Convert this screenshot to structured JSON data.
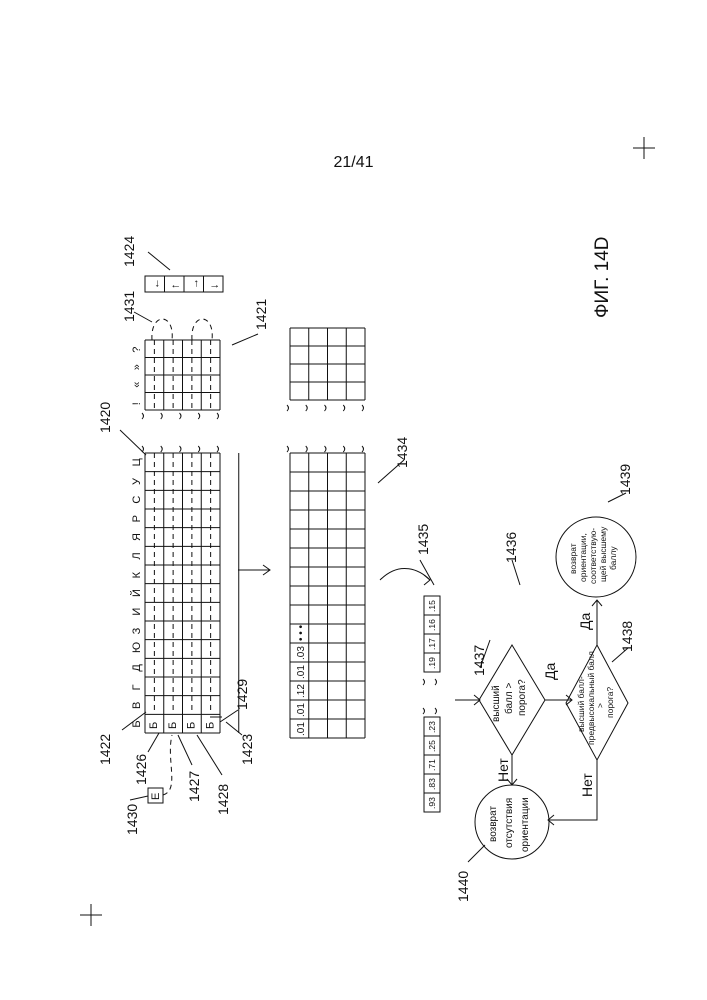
{
  "page": {
    "number": "21/41"
  },
  "figure": {
    "caption": "ФИГ. 14D"
  },
  "refs": {
    "r1420": "1420",
    "r1421": "1421",
    "r1422": "1422",
    "r1423": "1423",
    "r1424": "1424",
    "r1426": "1426",
    "r1427": "1427",
    "r1428": "1428",
    "r1429": "1429",
    "r1430": "1430",
    "r1431": "1431",
    "r1434": "1434",
    "r1435": "1435",
    "r1436": "1436",
    "r1437": "1437",
    "r1438": "1438",
    "r1439": "1439",
    "r1440": "1440"
  },
  "alphabet": [
    "Б",
    "В",
    "Г",
    "Д",
    "Ю",
    "З",
    "И",
    "Й",
    "К",
    "Л",
    "Я",
    "Р",
    "С",
    "У",
    "Ц"
  ],
  "punct": [
    "!",
    "«",
    "»",
    "?"
  ],
  "row_glyphs": [
    "Б",
    "Б",
    "Б",
    "Б"
  ],
  "box_1430": "Е",
  "arrows_1424": [
    "←",
    "↑",
    "→",
    "↓"
  ],
  "scores_table": [
    ".01",
    ".01",
    ".12",
    ".01",
    ".03",
    "• • •"
  ],
  "scores_row_a": [
    ".93",
    ".83",
    ".71",
    ".25",
    ".23"
  ],
  "scores_row_b": [
    ".19",
    ".17",
    ".16",
    ".15"
  ],
  "decision_1437": [
    "высший",
    "балл >",
    "порога?"
  ],
  "decision_1438": [
    "высший балл-",
    "предвысокальный балл",
    "> ",
    "порога?"
  ],
  "result_1439": [
    "возврат",
    "ориентации,",
    "соответствую-",
    "щей высшему",
    "баллу"
  ],
  "result_1440": [
    "возврат",
    "отсутствия",
    "ориентации"
  ],
  "yes": "Да",
  "no": "Нет"
}
